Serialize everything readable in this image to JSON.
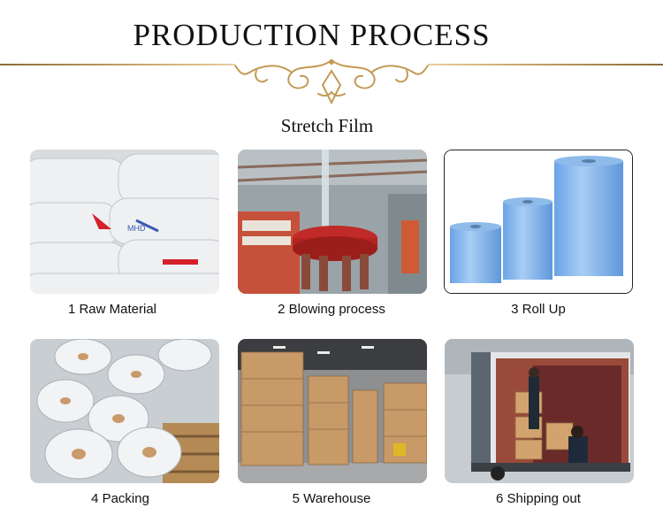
{
  "header": {
    "title": "PRODUCTION PROCESS",
    "subtitle": "Stretch Film"
  },
  "steps": [
    {
      "label": "1 Raw Material"
    },
    {
      "label": "2 Blowing process"
    },
    {
      "label": "3 Roll Up"
    },
    {
      "label": "4 Packing"
    },
    {
      "label": "5 Warehouse"
    },
    {
      "label": "6 Shipping out"
    }
  ],
  "colors": {
    "gold": "#c9a56a",
    "film_blue": "#7fb0e8",
    "machine_red": "#c0332b",
    "carton": "#c79a68"
  }
}
